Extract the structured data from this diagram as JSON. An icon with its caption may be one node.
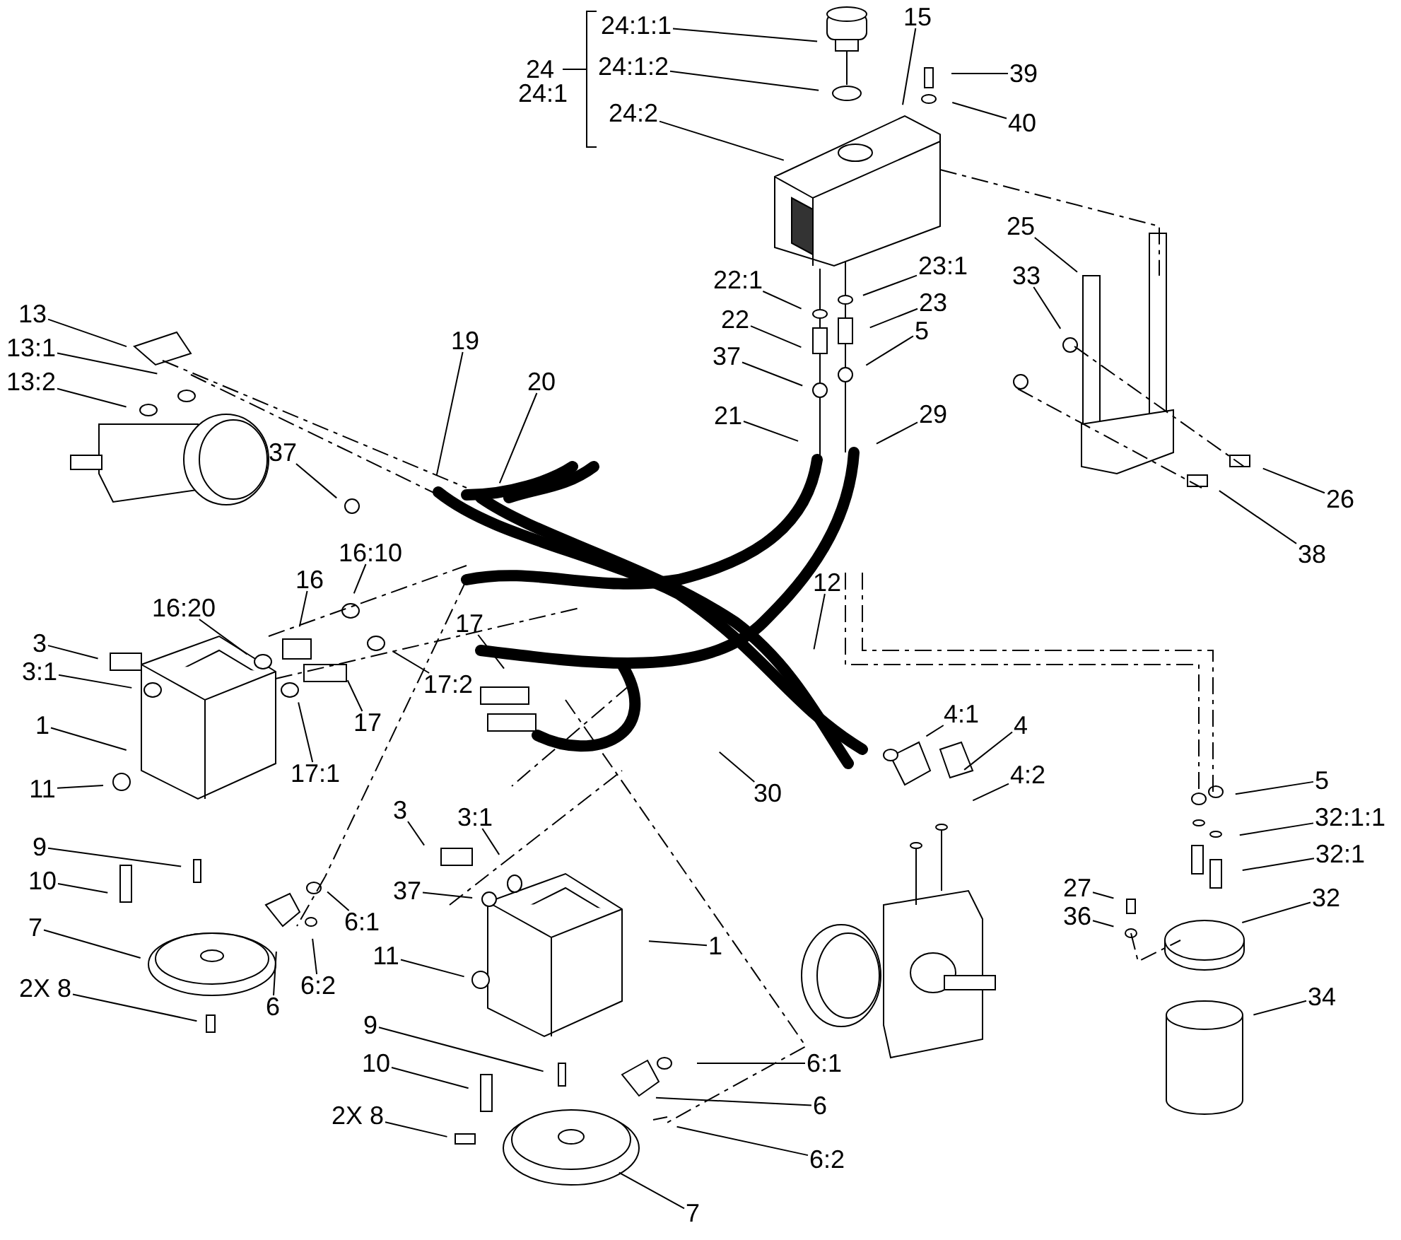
{
  "diagram": {
    "nodes": [
      {
        "text": [
          "24:1:1"
        ]
      },
      {
        "text": [
          "24:1:2"
        ]
      },
      {
        "text": [
          "24:2"
        ]
      },
      {
        "text": [
          "15"
        ]
      },
      {
        "text": [
          "39"
        ]
      },
      {
        "text": [
          "40"
        ]
      },
      {
        "text": [
          "22:1"
        ]
      },
      {
        "text": [
          "22"
        ]
      },
      {
        "text": [
          "37"
        ]
      },
      {
        "text": [
          "23:1"
        ]
      },
      {
        "text": [
          "23"
        ]
      },
      {
        "text": [
          "5"
        ]
      },
      {
        "text": [
          "21"
        ]
      },
      {
        "text": [
          "29"
        ]
      },
      {
        "text": [
          "25"
        ]
      },
      {
        "text": [
          "33"
        ]
      },
      {
        "text": [
          "26"
        ]
      },
      {
        "text": [
          "38"
        ]
      },
      {
        "text": [
          "13"
        ]
      },
      {
        "text": [
          "13:1"
        ]
      },
      {
        "text": [
          "13:2"
        ]
      },
      {
        "text": [
          "19"
        ]
      },
      {
        "text": [
          "20"
        ]
      },
      {
        "text": [
          "37"
        ]
      },
      {
        "text": [
          "16:10"
        ]
      },
      {
        "text": [
          "16"
        ]
      },
      {
        "text": [
          "16:20"
        ]
      },
      {
        "text": [
          "3"
        ]
      },
      {
        "text": [
          "3:1"
        ]
      },
      {
        "text": [
          "1"
        ]
      },
      {
        "text": [
          "11"
        ]
      },
      {
        "text": [
          "17"
        ]
      },
      {
        "text": [
          "17:2"
        ]
      },
      {
        "text": [
          "17:1"
        ]
      },
      {
        "text": [
          "17"
        ]
      },
      {
        "text": [
          "30"
        ]
      },
      {
        "text": [
          "12"
        ]
      },
      {
        "text": [
          "4:1"
        ]
      },
      {
        "text": [
          "4"
        ]
      },
      {
        "text": [
          "4:2"
        ]
      },
      {
        "text": [
          "9"
        ]
      },
      {
        "text": [
          "10"
        ]
      },
      {
        "text": [
          "7"
        ]
      },
      {
        "text": [
          "2X 8"
        ]
      },
      {
        "text": [
          "6"
        ]
      },
      {
        "text": [
          "6:1"
        ]
      },
      {
        "text": [
          "6:2"
        ]
      },
      {
        "text": [
          "3"
        ]
      },
      {
        "text": [
          "3:1"
        ]
      },
      {
        "text": [
          "37"
        ]
      },
      {
        "text": [
          "11"
        ]
      },
      {
        "text": [
          "1"
        ]
      },
      {
        "text": [
          "9"
        ]
      },
      {
        "text": [
          "10"
        ]
      },
      {
        "text": [
          "2X 8"
        ]
      },
      {
        "text": [
          "7"
        ]
      },
      {
        "text": [
          "6:1"
        ]
      },
      {
        "text": [
          "6"
        ]
      },
      {
        "text": [
          "6:2"
        ]
      },
      {
        "text": [
          "5"
        ]
      },
      {
        "text": [
          "32:1:1"
        ]
      },
      {
        "text": [
          "32:1"
        ]
      },
      {
        "text": [
          "32"
        ]
      },
      {
        "text": [
          "27"
        ]
      },
      {
        "text": [
          "36"
        ]
      },
      {
        "text": [
          "34"
        ]
      }
    ],
    "edges": [
      {
        "from": 0,
        "to": null,
        "arrow": "none"
      },
      {
        "from": 1,
        "to": null,
        "arrow": "none"
      },
      {
        "from": 2,
        "to": null,
        "arrow": "none"
      },
      {
        "from": 3,
        "to": null,
        "arrow": "none"
      },
      {
        "from": 4,
        "to": null,
        "arrow": "none"
      },
      {
        "from": 5,
        "to": null,
        "arrow": "none"
      },
      {
        "from": 6,
        "to": null,
        "arrow": "none"
      },
      {
        "from": 7,
        "to": null,
        "arrow": "none"
      },
      {
        "from": 8,
        "to": null,
        "arrow": "none"
      },
      {
        "from": 9,
        "to": null,
        "arrow": "none"
      },
      {
        "from": 10,
        "to": null,
        "arrow": "none"
      },
      {
        "from": 11,
        "to": null,
        "arrow": "none"
      },
      {
        "from": 12,
        "to": null,
        "arrow": "none"
      },
      {
        "from": 13,
        "to": null,
        "arrow": "none"
      },
      {
        "from": 14,
        "to": null,
        "arrow": "none"
      },
      {
        "from": 15,
        "to": null,
        "arrow": "none"
      },
      {
        "from": 16,
        "to": null,
        "arrow": "none"
      },
      {
        "from": 17,
        "to": null,
        "arrow": "none"
      },
      {
        "from": 18,
        "to": null,
        "arrow": "none"
      },
      {
        "from": 19,
        "to": null,
        "arrow": "none"
      },
      {
        "from": 20,
        "to": null,
        "arrow": "none"
      },
      {
        "from": 21,
        "to": null,
        "arrow": "none"
      },
      {
        "from": 22,
        "to": null,
        "arrow": "none"
      },
      {
        "from": 23,
        "to": null,
        "arrow": "none"
      },
      {
        "from": 24,
        "to": null,
        "arrow": "none"
      },
      {
        "from": 25,
        "to": null,
        "arrow": "none"
      },
      {
        "from": 26,
        "to": null,
        "arrow": "none"
      },
      {
        "from": 27,
        "to": null,
        "arrow": "none"
      },
      {
        "from": 28,
        "to": null,
        "arrow": "none"
      },
      {
        "from": 29,
        "to": null,
        "arrow": "none"
      },
      {
        "from": 30,
        "to": null,
        "arrow": "none"
      },
      {
        "from": 31,
        "to": null,
        "arrow": "none"
      },
      {
        "from": 32,
        "to": null,
        "arrow": "none"
      },
      {
        "from": 33,
        "to": null,
        "arrow": "none"
      },
      {
        "from": 34,
        "to": null,
        "arrow": "none"
      },
      {
        "from": 35,
        "to": null,
        "arrow": "none"
      },
      {
        "from": 36,
        "to": null,
        "arrow": "none"
      },
      {
        "from": 37,
        "to": null,
        "arrow": "none"
      },
      {
        "from": 38,
        "to": null,
        "arrow": "none"
      },
      {
        "from": 39,
        "to": null,
        "arrow": "none"
      },
      {
        "from": 40,
        "to": null,
        "arrow": "none"
      },
      {
        "from": 41,
        "to": null,
        "arrow": "none"
      },
      {
        "from": 42,
        "to": null,
        "arrow": "none"
      },
      {
        "from": 43,
        "to": null,
        "arrow": "none"
      },
      {
        "from": 44,
        "to": null,
        "arrow": "none"
      },
      {
        "from": 45,
        "to": null,
        "arrow": "none"
      },
      {
        "from": 46,
        "to": null,
        "arrow": "none"
      },
      {
        "from": 47,
        "to": null,
        "arrow": "none"
      },
      {
        "from": 48,
        "to": null,
        "arrow": "none"
      },
      {
        "from": 49,
        "to": null,
        "arrow": "none"
      },
      {
        "from": 50,
        "to": null,
        "arrow": "none"
      },
      {
        "from": 51,
        "to": null,
        "arrow": "none"
      },
      {
        "from": 52,
        "to": null,
        "arrow": "none"
      },
      {
        "from": 53,
        "to": null,
        "arrow": "none"
      },
      {
        "from": 54,
        "to": null,
        "arrow": "none"
      },
      {
        "from": 55,
        "to": null,
        "arrow": "none"
      },
      {
        "from": 56,
        "to": null,
        "arrow": "none"
      },
      {
        "from": 57,
        "to": null,
        "arrow": "none"
      },
      {
        "from": 58,
        "to": null,
        "arrow": "none"
      },
      {
        "from": 59,
        "to": null,
        "arrow": "none"
      },
      {
        "from": 60,
        "to": null,
        "arrow": "none"
      },
      {
        "from": 61,
        "to": null,
        "arrow": "none"
      },
      {
        "from": 62,
        "to": null,
        "arrow": "none"
      },
      {
        "from": 63,
        "to": null,
        "arrow": "none"
      },
      {
        "from": 64,
        "to": null,
        "arrow": "none"
      },
      {
        "from": 65,
        "to": null,
        "arrow": "none"
      }
    ],
    "labels": [
      "24",
      "24:1"
    ]
  }
}
